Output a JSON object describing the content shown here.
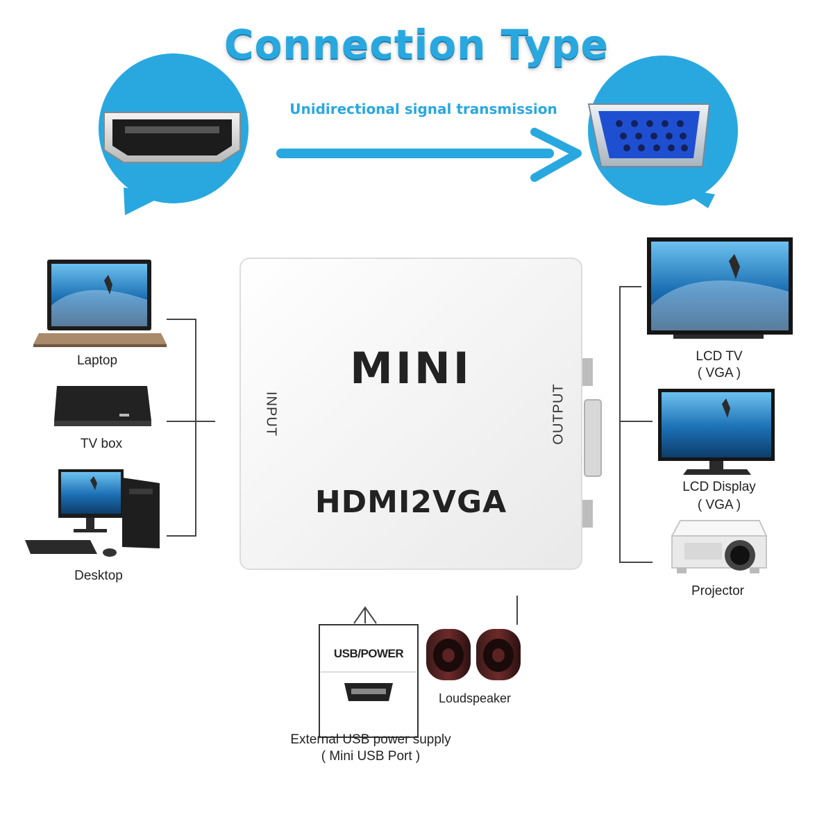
{
  "header": {
    "title": "Connection Type",
    "subtitle": "Unidirectional signal transmission"
  },
  "device": {
    "brand": "MINI",
    "model": "HDMI2VGA",
    "input_label": "INPUT",
    "output_label": "OUTPUT"
  },
  "sources": [
    {
      "label": "Laptop"
    },
    {
      "label": "TV box"
    },
    {
      "label": "Desktop"
    }
  ],
  "outputs": [
    {
      "label": "LCD TV",
      "sub": "( VGA )"
    },
    {
      "label": "LCD Display",
      "sub": "( VGA )"
    },
    {
      "label": "Projector"
    }
  ],
  "power": {
    "port_label": "USB/POWER",
    "caption_line1": "External USB power supply",
    "caption_line2": "( Mini USB Port )"
  },
  "audio": {
    "label": "Loudspeaker"
  },
  "colors": {
    "accent": "#29a8e0",
    "vga_blue": "#1f4fd1"
  }
}
